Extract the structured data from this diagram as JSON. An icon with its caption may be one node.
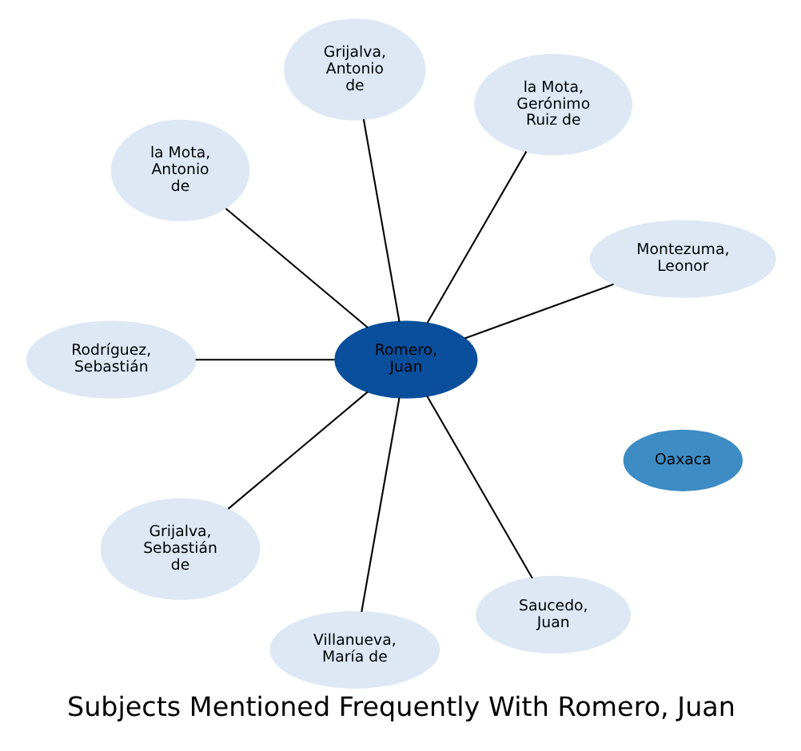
{
  "diagram": {
    "title": "Subjects Mentioned Frequently With Romero, Juan",
    "nodes": [
      {
        "text": [
          "Romero, Juan"
        ]
      },
      {
        "text": [
          "Oaxaca"
        ]
      },
      {
        "text": [
          "Montezuma, Leonor"
        ]
      },
      {
        "text": [
          "la Mota, Gerónimo Ruiz de"
        ]
      },
      {
        "text": [
          "Grijalva, Antonio de"
        ]
      },
      {
        "text": [
          "la Mota, Antonio de"
        ]
      },
      {
        "text": [
          "Rodríguez, Sebastián"
        ]
      },
      {
        "text": [
          "Grijalva, Sebastián de"
        ]
      },
      {
        "text": [
          "Villanueva, María de"
        ]
      },
      {
        "text": [
          "Saucedo, Juan"
        ]
      }
    ],
    "edges": [
      {
        "from": 0,
        "to": 2,
        "arrow": "none"
      },
      {
        "from": 0,
        "to": 3,
        "arrow": "none"
      },
      {
        "from": 0,
        "to": 4,
        "arrow": "none"
      },
      {
        "from": 0,
        "to": 5,
        "arrow": "none"
      },
      {
        "from": 0,
        "to": 6,
        "arrow": "none"
      },
      {
        "from": 0,
        "to": 7,
        "arrow": "none"
      },
      {
        "from": 0,
        "to": 8,
        "arrow": "none"
      },
      {
        "from": 0,
        "to": 9,
        "arrow": "none"
      }
    ]
  }
}
